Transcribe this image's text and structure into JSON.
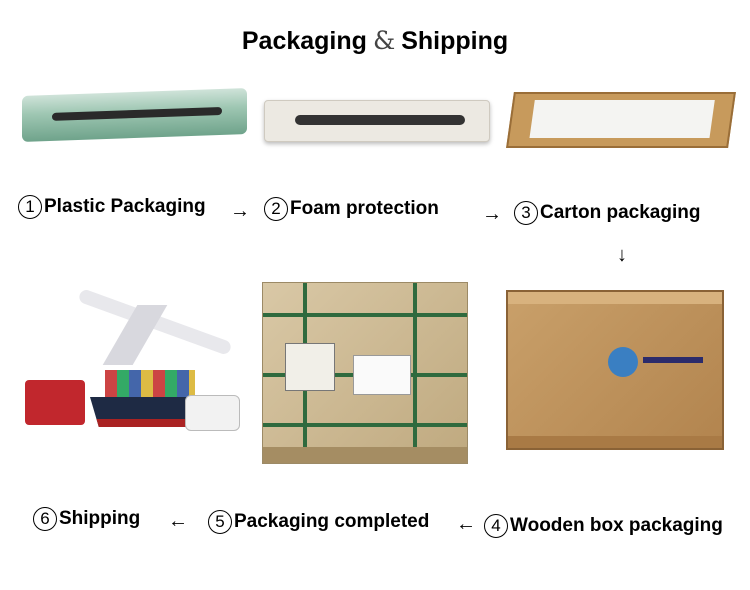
{
  "title": {
    "left": "Packaging",
    "amp": "&",
    "right": "Shipping"
  },
  "steps": [
    {
      "num": "1",
      "label": "Plastic Packaging"
    },
    {
      "num": "2",
      "label": "Foam protection"
    },
    {
      "num": "3",
      "label": "Carton packaging"
    },
    {
      "num": "4",
      "label": "Wooden box packaging"
    },
    {
      "num": "5",
      "label": "Packaging completed"
    },
    {
      "num": "6",
      "label": "Shipping"
    }
  ],
  "arrows": {
    "right": "→",
    "down": "↓",
    "left": "←"
  }
}
